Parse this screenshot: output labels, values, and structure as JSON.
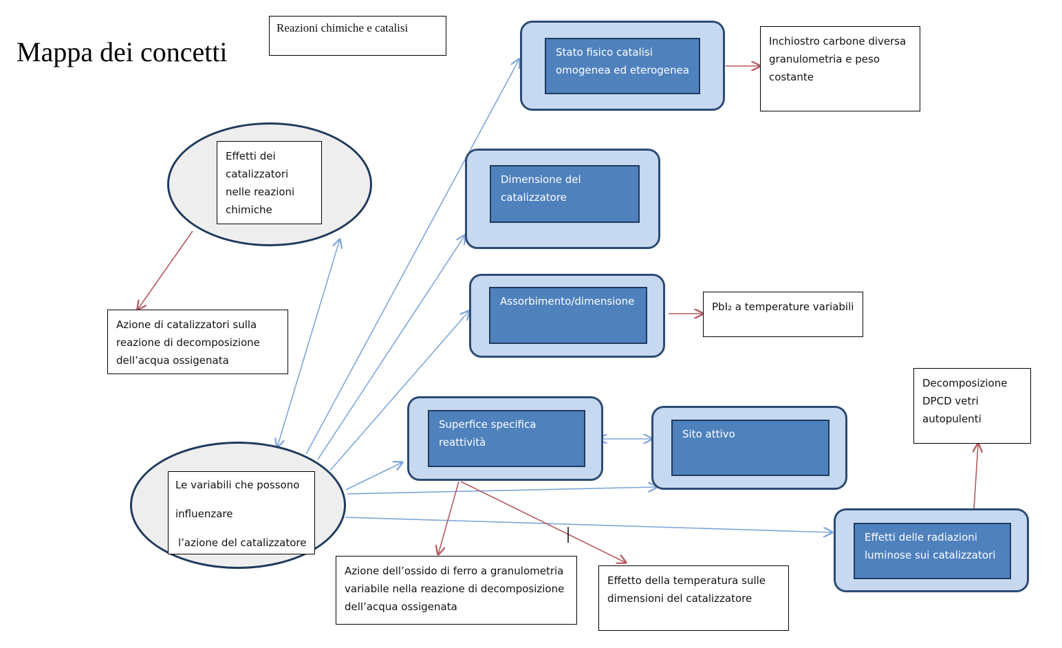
{
  "header": {
    "title": "Mappa dei concetti",
    "subtitle_box": "Reazioni chimiche e catalisi"
  },
  "center": {
    "text_line1": "Le variabili che possono",
    "text_line2": "influenzare",
    "text_line3": "l’azione del catalizzatore"
  },
  "effects_node": {
    "text": "Effetti dei catalizzatori nelle reazioni chimiche"
  },
  "action_box": {
    "text": "Azione di catalizzatori sulla reazione di decomposizione dell’acqua ossigenata"
  },
  "variables": [
    {
      "label": "Stato fisico catalisi omogenea ed eterogenea"
    },
    {
      "label": "Dimensione del catalizzatore"
    },
    {
      "label": "Assorbimento/dimensione"
    },
    {
      "label": "Superfice specifica reattività"
    },
    {
      "label": "Sito attivo"
    },
    {
      "label": "Effetti delle radiazioni luminose sui catalizzatori"
    }
  ],
  "notes": {
    "ink": "Inchiostro carbone diversa granulometria e peso costante",
    "pbi2": "PbI₂ a temperature variabili",
    "dpcd": "Decomposizione DPCD vetri autopulenti",
    "iron": "Azione dell’ossido di ferro a granulometria variabile nella reazione di decomposizione dell’acqua ossigenata",
    "temp": "Effetto della temperatura sulle dimensioni del catalizzatore"
  },
  "colors": {
    "arrow_blue": "#7ea6d8",
    "arrow_red": "#b5585e",
    "box_fill": "#4f81bd",
    "frame_fill": "#c6d9f1"
  }
}
